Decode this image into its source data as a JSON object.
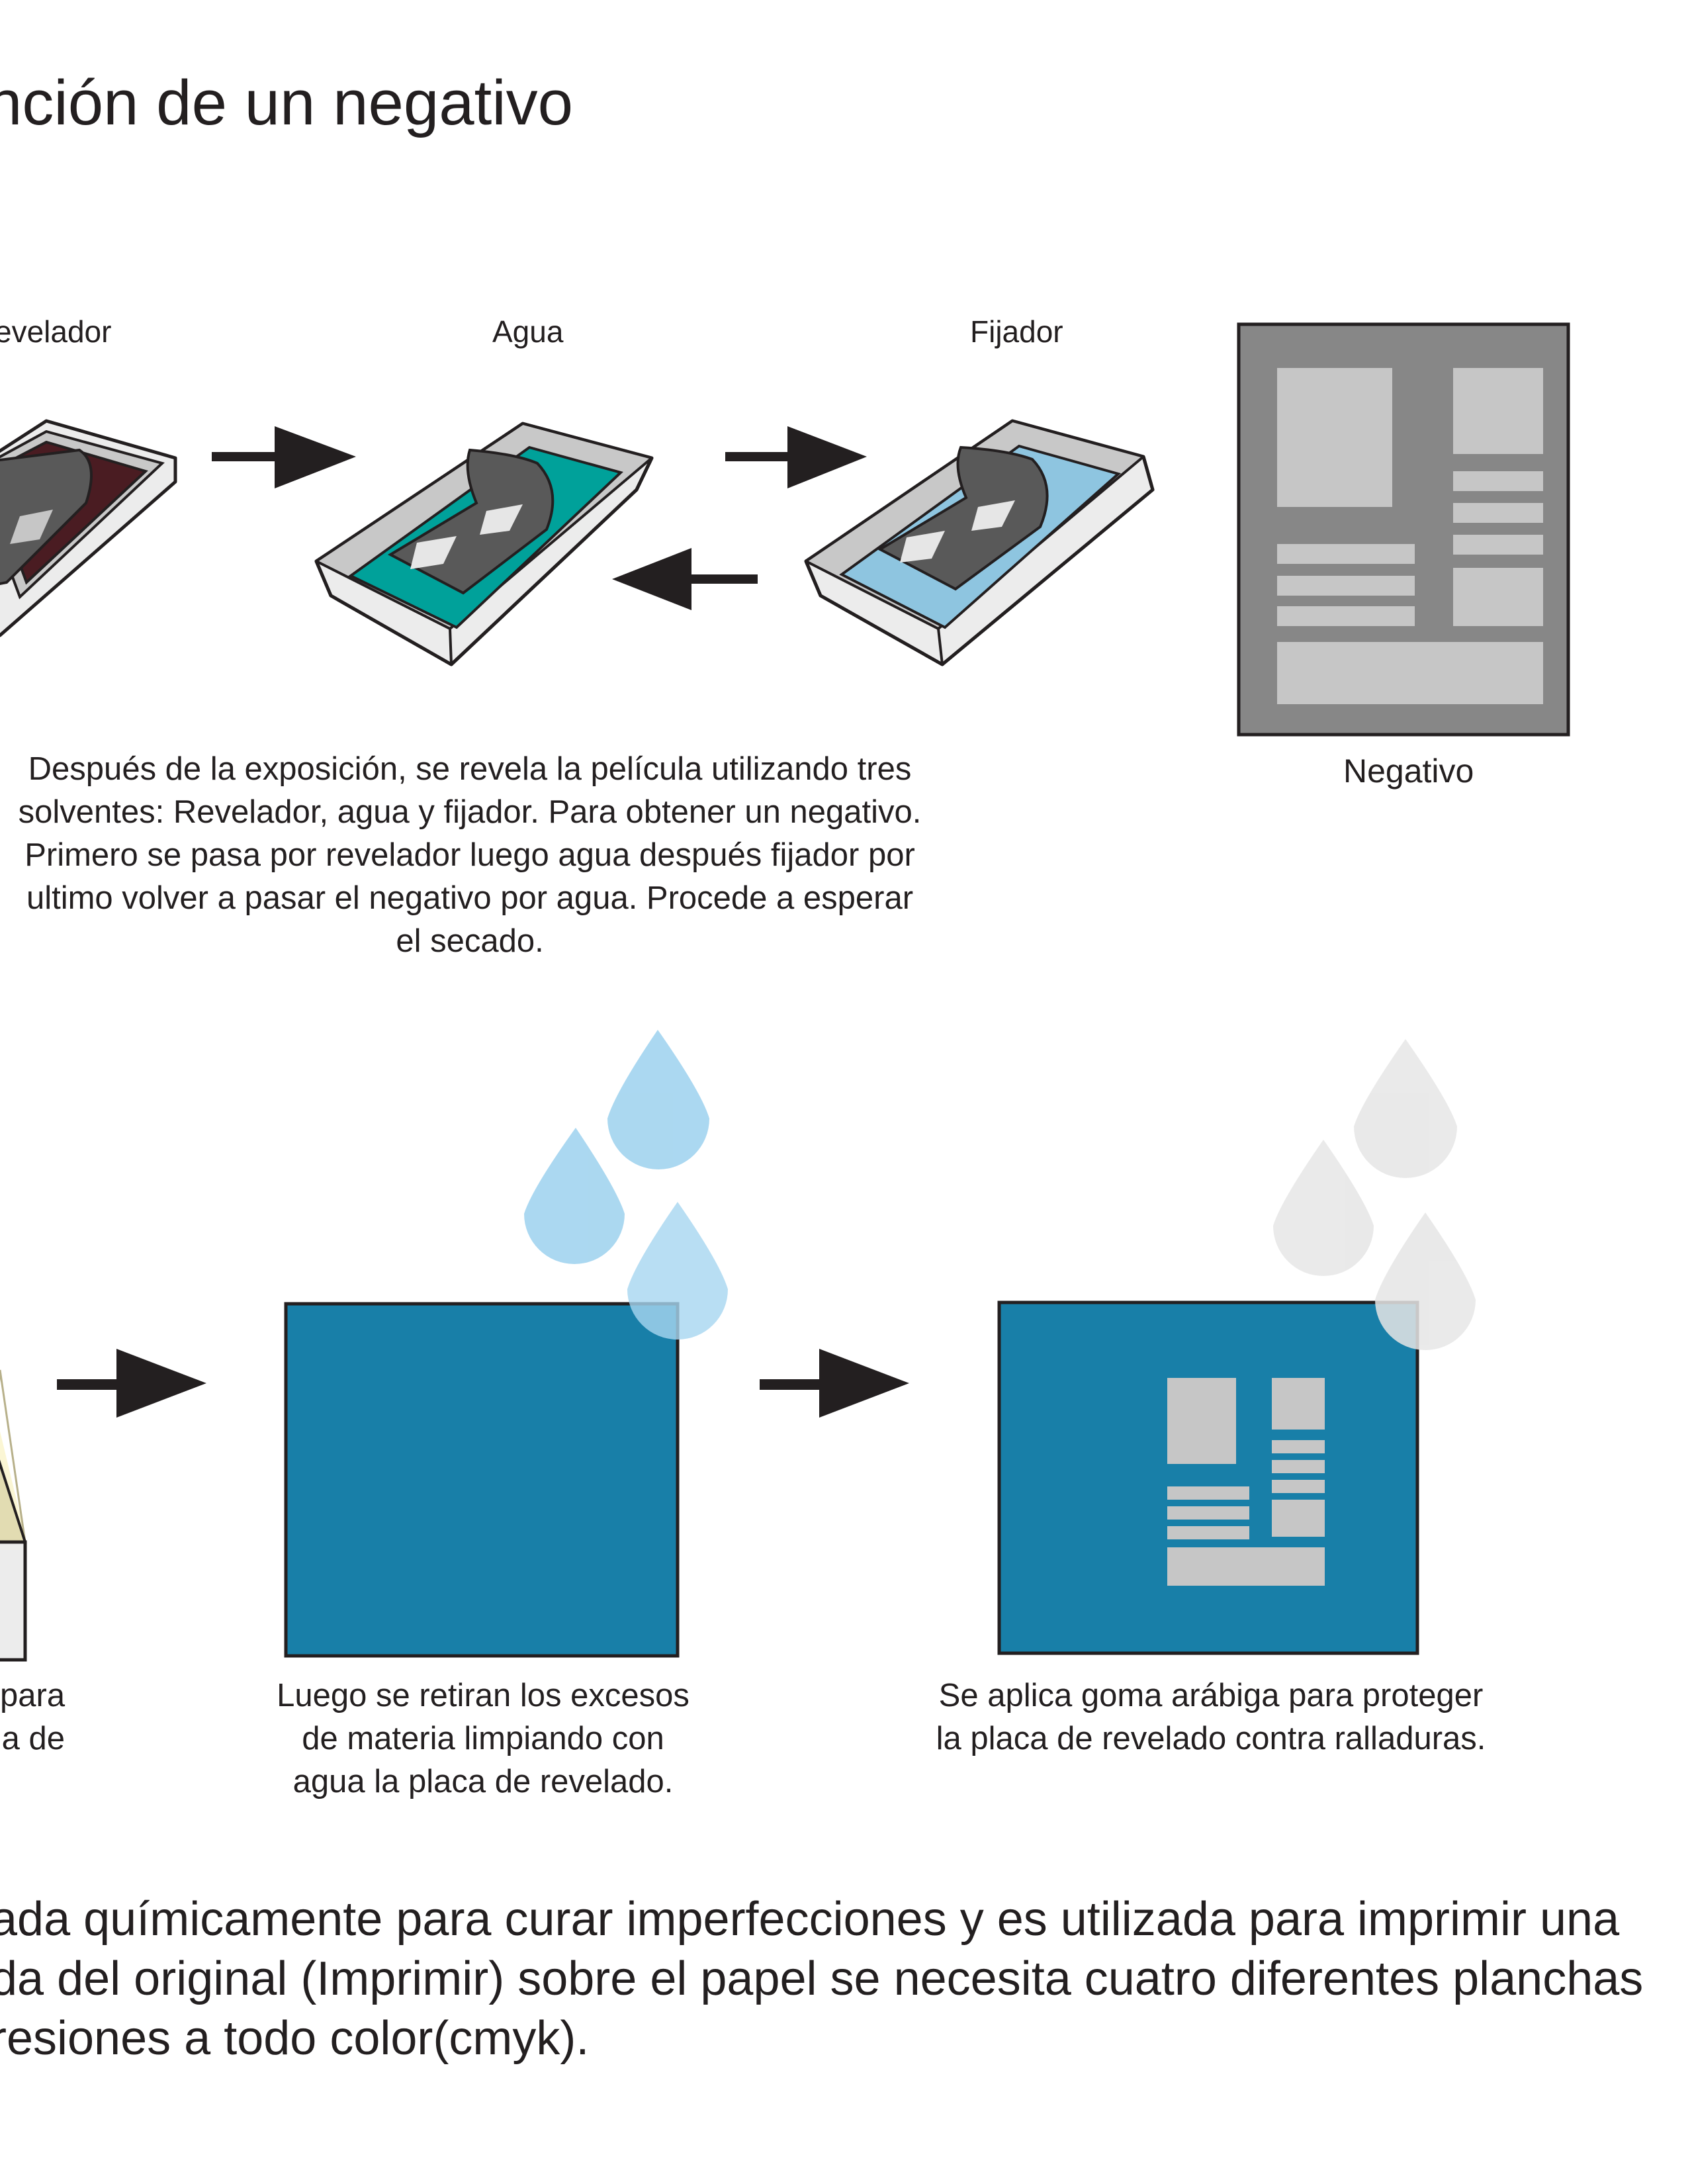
{
  "title": "nción de un negativo",
  "step_labels": {
    "revelador": "evelador",
    "agua": "Agua",
    "fijador": "Fijador",
    "negativo": "Negativo"
  },
  "development_paragraph": [
    "Después de la exposición, se revela la película utilizando tres",
    "solventes: Revelador, agua y fijador. Para obtener un negativo.",
    "Primero se pasa por revelador luego agua después fijador por",
    "ultimo volver a pasar el negativo por agua. Procede a esperar",
    "el secado."
  ],
  "captions": {
    "partial_left": [
      "para",
      "a de"
    ],
    "rinse": [
      "Luego se retiran los excesos",
      "de materia limpiando con",
      "agua la placa de revelado."
    ],
    "gum": [
      "Se aplica goma arábiga para proteger",
      "la placa de revelado contra ralladuras."
    ]
  },
  "bottom_paragraph": [
    "ada químicamente para curar imperfecciones y es utilizada para imprimir una",
    "da del original (Imprimir) sobre el papel se necesita cuatro diferentes planchas",
    "resiones a todo color(cmyk)."
  ],
  "colors": {
    "revelador_liquid": "#4a1c22",
    "agua_liquid": "#00a19a",
    "fijador_liquid": "#8ec5e0",
    "plate_blue": "#187fa8",
    "water_drop": "#a7d6f0",
    "gum_drop": "#e6e6e6",
    "negative_bg": "#878787",
    "negative_blocks": "#c6c6c6",
    "film": "#595959",
    "arrow": "#231f20"
  },
  "icons": [
    "arrow-right-icon",
    "arrow-left-icon",
    "water-drop-icon",
    "film-tray-icon"
  ]
}
